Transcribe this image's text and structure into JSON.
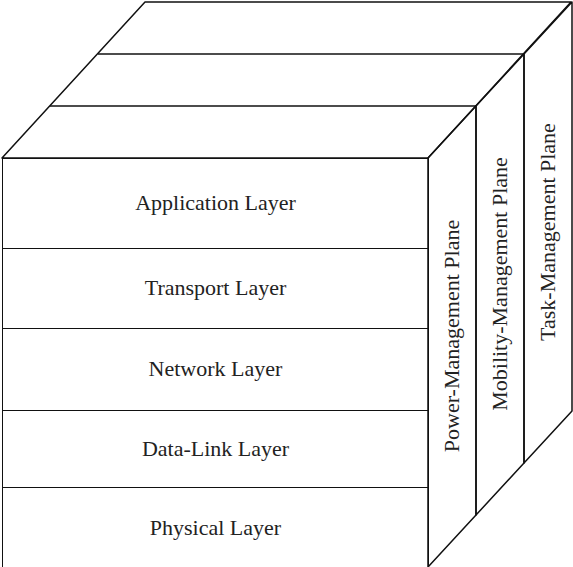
{
  "diagram": {
    "nodes": [
      {
        "text": [
          "Application Layer"
        ]
      },
      {
        "text": [
          "Transport Layer"
        ]
      },
      {
        "text": [
          "Network Layer"
        ]
      },
      {
        "text": [
          "Data-Link Layer"
        ]
      },
      {
        "text": [
          "Physical Layer"
        ]
      },
      {
        "text": [
          "Power-Management Plane"
        ]
      },
      {
        "text": [
          "Mobility-Management Plane"
        ]
      },
      {
        "text": [
          "Task-Management Plane"
        ]
      }
    ]
  }
}
